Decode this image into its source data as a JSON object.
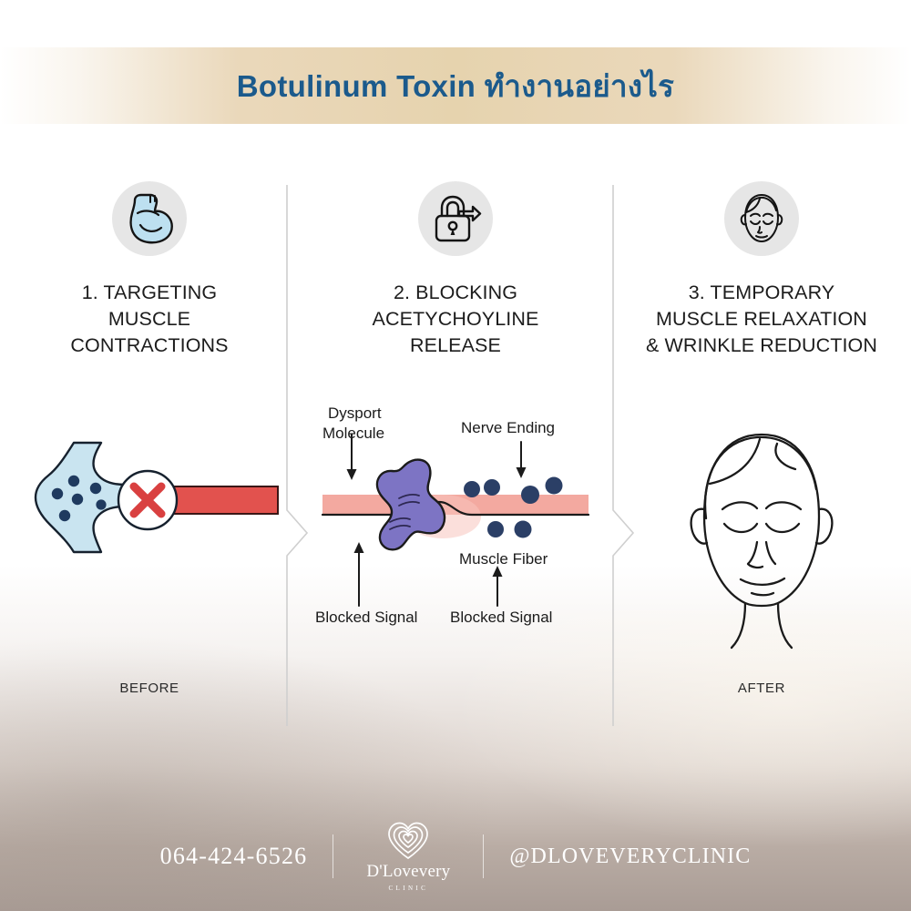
{
  "header": {
    "title": "Botulinum Toxin ทำงานอย่างไร",
    "title_color": "#1b5a8c",
    "banner_color": "#e6d3ae"
  },
  "steps": [
    {
      "icon": "flexed-biceps-icon",
      "number": "1.",
      "title": "1. TARGETING\nMUSCLE\nCONTRACTIONS",
      "line1": "1. TARGETING",
      "line2": "MUSCLE",
      "line3": "CONTRACTIONS",
      "state_label": "BEFORE"
    },
    {
      "icon": "padlock-arrow-icon",
      "number": "2.",
      "title": "2. BLOCKING\nACETYCHOYLINE\nRELEASE",
      "line1": "2. BLOCKING",
      "line2": "ACETYCHOYLINE",
      "line3": "RELEASE",
      "state_label": ""
    },
    {
      "icon": "relaxed-face-icon",
      "number": "3.",
      "title": "3. TEMPORARY\nMUSCLE RELAXATION\n& WRINKLE REDUCTION",
      "line1": "3. TEMPORARY",
      "line2": "MUSCLE RELAXATION",
      "line3": "& WRINKLE REDUCTION",
      "state_label": "AFTER"
    }
  ],
  "diagram_1": {
    "name": "blocked-neuromuscular-junction",
    "nerve_terminal_color": "#c9e4f0",
    "vesicle_color": "#1f3a5f",
    "muscle_bar_color": "#e2524e",
    "block_marker": "red-x-icon",
    "block_marker_color": "#d94040"
  },
  "diagram_2": {
    "name": "dysport-molecule-diagram",
    "labels": {
      "dysport_line1": "Dysport",
      "dysport_line2": "Molecule",
      "nerve_ending": "Nerve Ending",
      "muscle_fiber": "Muscle Fiber",
      "blocked_signal_left": "Blocked Signal",
      "blocked_signal_right": "Blocked Signal"
    },
    "molecule_color": "#7d74c4",
    "membrane_color": "#f3a9a0",
    "dot_color": "#2b3f66"
  },
  "diagram_3": {
    "name": "relaxed-face-illustration",
    "line_color": "#1a1a1a"
  },
  "footer": {
    "phone": "064-424-6526",
    "logo_name": "D'Lovevery",
    "logo_sub": "CLINIC",
    "handle": "@DLOVEVERYCLINIC"
  }
}
